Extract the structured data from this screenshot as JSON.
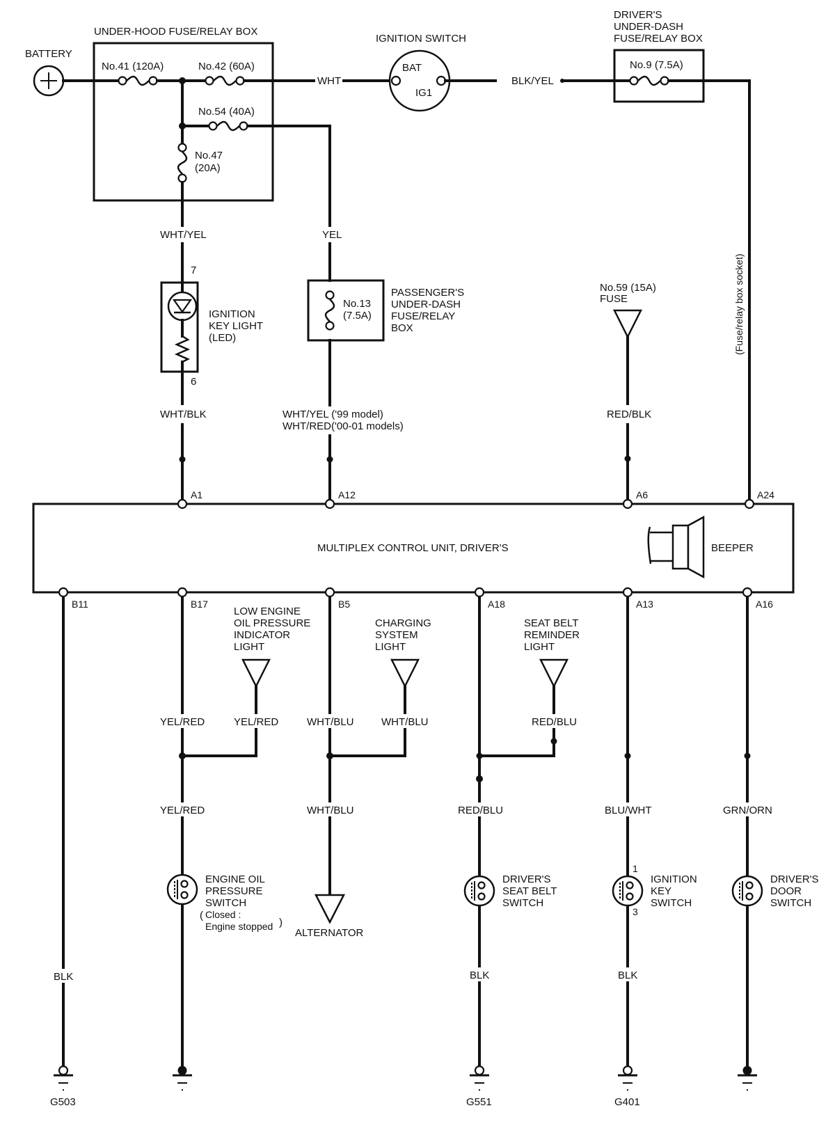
{
  "diagram": {
    "battery": {
      "label": "BATTERY",
      "symbol": "+"
    },
    "under_hood_box": {
      "title": "UNDER-HOOD FUSE/RELAY BOX",
      "fuses": [
        {
          "id": "No.41 (120A)"
        },
        {
          "id": "No.42 (60A)"
        },
        {
          "id": "No.54 (40A)"
        },
        {
          "id": "No.47",
          "rating": "(20A)"
        }
      ]
    },
    "ignition_switch": {
      "title": "IGNITION SWITCH",
      "bat": "BAT",
      "ig1": "IG1"
    },
    "drivers_box": {
      "title_lines": [
        "DRIVER'S",
        "UNDER-DASH",
        "FUSE/RELAY BOX"
      ],
      "fuse": "No.9 (7.5A)",
      "socket_note": "(Fuse/relay box socket)"
    },
    "wires_top": {
      "wht": "WHT",
      "blk_yel": "BLK/YEL",
      "wht_yel": "WHT/YEL",
      "yel": "YEL",
      "wht_blk": "WHT/BLK",
      "wht_yel_99": "WHT/YEL ('99 model)",
      "wht_red_00": "WHT/RED('00-01 models)",
      "red_blk": "RED/BLK"
    },
    "key_light": {
      "pin_top": "7",
      "pin_bottom": "6",
      "label_lines": [
        "IGNITION",
        "KEY LIGHT",
        "(LED)"
      ]
    },
    "passenger_box": {
      "fuse_lines": [
        "No.13",
        "(7.5A)"
      ],
      "label_lines": [
        "PASSENGER'S",
        "UNDER-DASH",
        "FUSE/RELAY",
        "BOX"
      ]
    },
    "fuse59": {
      "label_lines": [
        "No.59 (15A)",
        "FUSE"
      ]
    },
    "mcu": {
      "title": "MULTIPLEX CONTROL UNIT, DRIVER'S",
      "beeper": "BEEPER",
      "top_pins": [
        "A1",
        "A12",
        "A6",
        "A24"
      ],
      "bottom_pins": [
        "B11",
        "B17",
        "B5",
        "A18",
        "A13",
        "A16"
      ]
    },
    "indicators": {
      "oil_light": [
        "LOW ENGINE",
        "OIL PRESSURE",
        "INDICATOR",
        "LIGHT"
      ],
      "charging_light": [
        "CHARGING",
        "SYSTEM",
        "LIGHT"
      ],
      "seatbelt_light": [
        "SEAT BELT",
        "REMINDER",
        "LIGHT"
      ]
    },
    "wires_bottom": {
      "yel_red": "YEL/RED",
      "wht_blu": "WHT/BLU",
      "red_blu": "RED/BLU",
      "blu_wht": "BLU/WHT",
      "grn_orn": "GRN/ORN",
      "blk": "BLK"
    },
    "components": {
      "oil_switch": [
        "ENGINE OIL",
        "PRESSURE",
        "SWITCH",
        "Closed :",
        "Engine stopped"
      ],
      "alternator": "ALTERNATOR",
      "seatbelt_switch": [
        "DRIVER'S",
        "SEAT BELT",
        "SWITCH"
      ],
      "key_switch": [
        "IGNITION",
        "KEY",
        "SWITCH"
      ],
      "key_switch_pins": [
        "1",
        "3"
      ],
      "door_switch": [
        "DRIVER'S",
        "DOOR",
        "SWITCH"
      ]
    },
    "grounds": [
      "G503",
      "G551",
      "G401"
    ]
  }
}
